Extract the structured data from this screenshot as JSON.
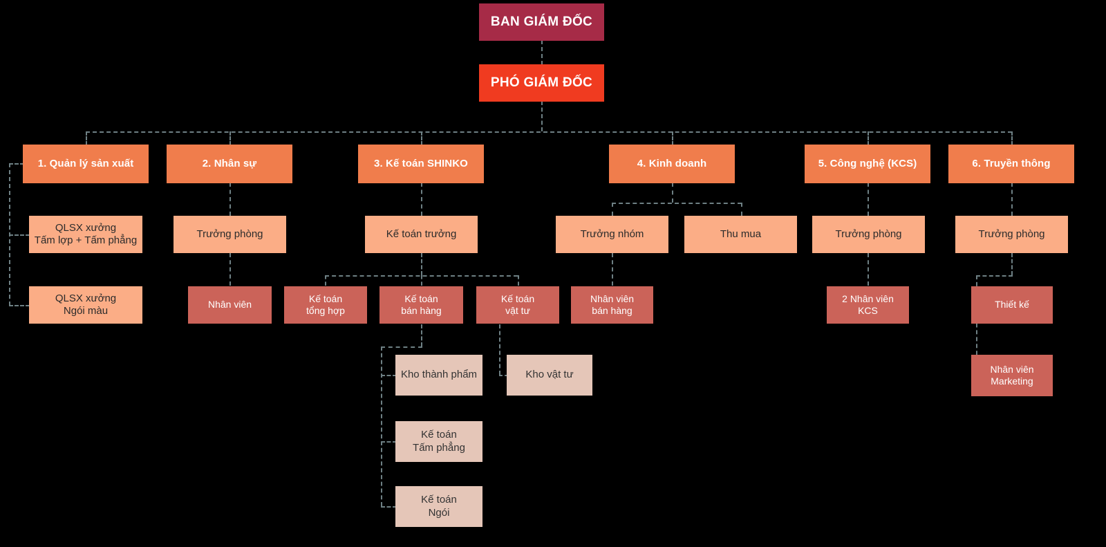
{
  "diagram": {
    "title": "So do to chuc",
    "type": "org-chart",
    "background_color": "#000000",
    "connector_color": "#6E8084",
    "palette": {
      "ceo": "#A62B47",
      "vice": "#F03B20",
      "department": "#F07D4C",
      "head": "#FBAD86",
      "staff": "#CB6359",
      "sub": "#E5C6B8"
    }
  },
  "nodes": {
    "ceo": {
      "label": "BAN GIÁM ĐỐC"
    },
    "vice": {
      "label": "PHÓ GIÁM ĐỐC"
    },
    "dept1": {
      "label": "1. Quản lý sản xuất"
    },
    "dept2": {
      "label": "2. Nhân sự"
    },
    "dept3": {
      "label": "3. Kế toán SHINKO"
    },
    "dept4": {
      "label": "4. Kinh doanh"
    },
    "dept5": {
      "label": "5. Công nghệ (KCS)"
    },
    "dept6": {
      "label": "6. Truyền thông"
    },
    "qlsx_tamlop": {
      "label": "QLSX xưởng\nTấm lợp + Tấm phẳng"
    },
    "qlsx_ngoi": {
      "label": "QLSX xưởng\nNgói màu"
    },
    "hr_head": {
      "label": "Trưởng phòng"
    },
    "hr_staff": {
      "label": "Nhân viên"
    },
    "acc_chief": {
      "label": "Kế toán trưởng"
    },
    "acc_general": {
      "label": "Kế toán\ntổng hợp"
    },
    "acc_sales": {
      "label": "Kế toán\nbán hàng"
    },
    "acc_material": {
      "label": "Kế toán\nvật tư"
    },
    "sales_lead": {
      "label": "Trưởng nhóm"
    },
    "purchasing": {
      "label": "Thu mua"
    },
    "sales_staff": {
      "label": "Nhân viên\nbán hàng"
    },
    "kcs_head": {
      "label": "Trưởng phòng"
    },
    "kcs_staff": {
      "label": "2 Nhân viên\nKCS"
    },
    "comm_head": {
      "label": "Trưởng phòng"
    },
    "design": {
      "label": "Thiết kế"
    },
    "marketing": {
      "label": "Nhân viên\nMarketing"
    },
    "warehouse_fg": {
      "label": "Kho thành phẩm"
    },
    "warehouse_mat": {
      "label": "Kho vật tư"
    },
    "acc_flat": {
      "label": "Kế toán\nTấm phẳng"
    },
    "acc_tile": {
      "label": "Kế toán\nNgói"
    }
  }
}
